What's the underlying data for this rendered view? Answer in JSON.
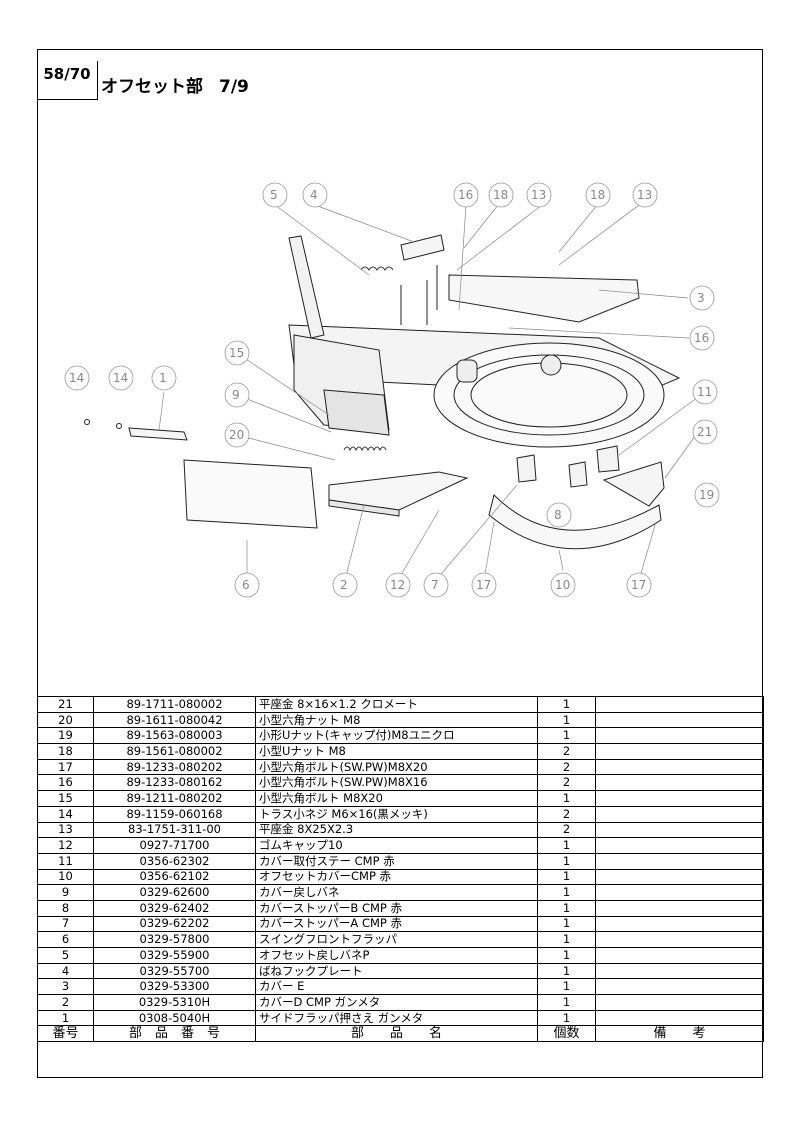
{
  "header": {
    "page": "58/70",
    "title": "オフセット部",
    "subtitle": "7/9"
  },
  "callouts": [
    "5",
    "4",
    "16",
    "18",
    "13",
    "18",
    "13",
    "3",
    "16",
    "15",
    "14",
    "14",
    "1",
    "9",
    "20",
    "11",
    "21",
    "19",
    "8",
    "6",
    "2",
    "12",
    "7",
    "17",
    "10",
    "17"
  ],
  "table": {
    "headers": [
      "番号",
      "部　品　番　号",
      "部　　品　　名",
      "個数",
      "備　　考"
    ],
    "rows": [
      {
        "no": "21",
        "part": "89-1711-080002",
        "name": "平座金 8×16×1.2 クロメート",
        "qty": "1",
        "note": ""
      },
      {
        "no": "20",
        "part": "89-1611-080042",
        "name": "小型六角ナット M8",
        "qty": "1",
        "note": ""
      },
      {
        "no": "19",
        "part": "89-1563-080003",
        "name": "小形Uナット(キャップ付)M8ユニクロ",
        "qty": "1",
        "note": ""
      },
      {
        "no": "18",
        "part": "89-1561-080002",
        "name": "小型Uナット M8",
        "qty": "2",
        "note": ""
      },
      {
        "no": "17",
        "part": "89-1233-080202",
        "name": "小型六角ボルト(SW.PW)M8X20",
        "qty": "2",
        "note": ""
      },
      {
        "no": "16",
        "part": "89-1233-080162",
        "name": "小型六角ボルト(SW.PW)M8X16",
        "qty": "2",
        "note": ""
      },
      {
        "no": "15",
        "part": "89-1211-080202",
        "name": "小型六角ボルト M8X20",
        "qty": "1",
        "note": ""
      },
      {
        "no": "14",
        "part": "89-1159-060168",
        "name": "トラス小ネジ M6×16(黒メッキ)",
        "qty": "2",
        "note": ""
      },
      {
        "no": "13",
        "part": "83-1751-311-00",
        "name": "平座金 8X25X2.3",
        "qty": "2",
        "note": ""
      },
      {
        "no": "12",
        "part": "0927-71700",
        "name": "ゴムキャップ10",
        "qty": "1",
        "note": ""
      },
      {
        "no": "11",
        "part": "0356-62302",
        "name": "カバー取付ステー CMP 赤",
        "qty": "1",
        "note": ""
      },
      {
        "no": "10",
        "part": "0356-62102",
        "name": "オフセットカバーCMP 赤",
        "qty": "1",
        "note": ""
      },
      {
        "no": "9",
        "part": "0329-62600",
        "name": "カバー戻しバネ",
        "qty": "1",
        "note": ""
      },
      {
        "no": "8",
        "part": "0329-62402",
        "name": "カバーストッパーB CMP 赤",
        "qty": "1",
        "note": ""
      },
      {
        "no": "7",
        "part": "0329-62202",
        "name": "カバーストッパーA CMP 赤",
        "qty": "1",
        "note": ""
      },
      {
        "no": "6",
        "part": "0329-57800",
        "name": "スイングフロントフラッパ",
        "qty": "1",
        "note": ""
      },
      {
        "no": "5",
        "part": "0329-55900",
        "name": "オフセット戻しバネP",
        "qty": "1",
        "note": ""
      },
      {
        "no": "4",
        "part": "0329-55700",
        "name": "ばねフックプレート",
        "qty": "1",
        "note": ""
      },
      {
        "no": "3",
        "part": "0329-53300",
        "name": "カバー E",
        "qty": "1",
        "note": ""
      },
      {
        "no": "2",
        "part": "0329-5310H",
        "name": "カバーD CMP ガンメタ",
        "qty": "1",
        "note": ""
      },
      {
        "no": "1",
        "part": "0308-5040H",
        "name": "サイドフラッパ押さえ ガンメタ",
        "qty": "1",
        "note": ""
      }
    ]
  }
}
